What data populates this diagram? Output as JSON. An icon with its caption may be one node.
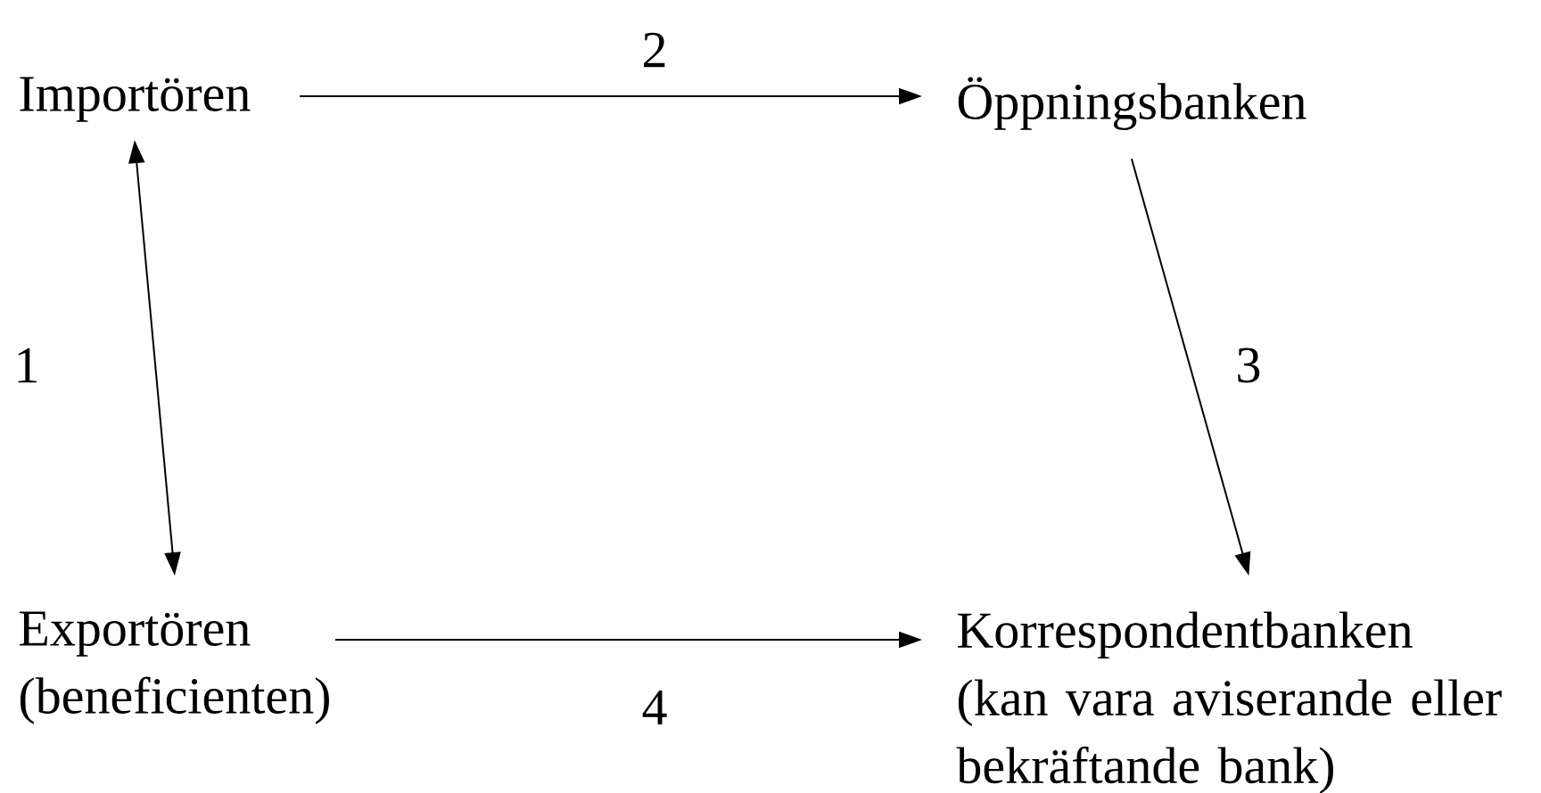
{
  "diagram": {
    "nodes": [
      {
        "text": [
          "Importören"
        ]
      },
      {
        "text": [
          "Öppningsbanken"
        ]
      },
      {
        "text": [
          "Exportören",
          "(beneficienten)"
        ]
      },
      {
        "text": [
          "Korrespondentbanken",
          "(kan vara aviserande eller bekräftande bank)"
        ]
      }
    ],
    "edges": [
      {
        "from": 0,
        "to": 2,
        "arrow": "both",
        "label": "1"
      },
      {
        "from": 0,
        "to": 1,
        "arrow": "to",
        "label": "2"
      },
      {
        "from": 1,
        "to": 3,
        "arrow": "to",
        "label": "3"
      },
      {
        "from": 2,
        "to": 3,
        "arrow": "to",
        "label": "4"
      }
    ]
  }
}
